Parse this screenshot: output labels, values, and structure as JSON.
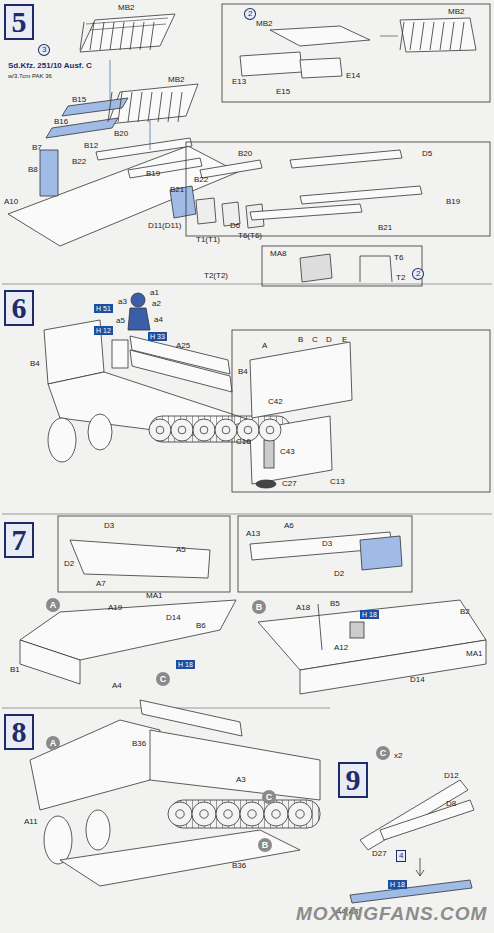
{
  "diagram": {
    "nodes": [
      {
        "text": [
          "5"
        ]
      },
      {
        "text": [
          "6"
        ]
      },
      {
        "text": [
          "7"
        ]
      },
      {
        "text": [
          "A"
        ]
      },
      {
        "text": [
          "B"
        ]
      },
      {
        "text": [
          "C"
        ]
      },
      {
        "text": [
          "8"
        ]
      },
      {
        "text": [
          "A"
        ]
      },
      {
        "text": [
          "C"
        ]
      },
      {
        "text": [
          "B"
        ]
      },
      {
        "text": [
          "9"
        ]
      },
      {
        "text": [
          "C"
        ]
      }
    ],
    "labels": [
      "Sd.Kfz. 251/10 Ausf. C",
      "w/3.7cm PAK 36",
      "3",
      "MB2",
      "B15",
      "B16",
      "B20",
      "B7",
      "B8",
      "B12",
      "B22",
      "MB2",
      "B19",
      "B21",
      "A10",
      "D11(D11)",
      "T1(T1)",
      "T6(T6)",
      "T2(T2)",
      "2",
      "MB2",
      "MB2",
      "E13",
      "E15",
      "E14",
      "B22",
      "B20",
      "D5",
      "D6",
      "B19",
      "B21",
      "MA8",
      "T6",
      "2",
      "T2",
      "a1",
      "a3",
      "a2",
      "a5",
      "a4",
      "H 51",
      "H 12",
      "H 33",
      "B4",
      "A25",
      "A",
      "B",
      "C",
      "D",
      "E",
      "B4",
      "C42",
      "C16",
      "C43",
      "C27",
      "C13",
      "D3",
      "A5",
      "D2",
      "A7",
      "A6",
      "A13",
      "D3",
      "D2",
      "A19",
      "MA1",
      "D14",
      "B6",
      "H 18",
      "B1",
      "A18",
      "B5",
      "H 18",
      "A12",
      "B2",
      "MA1",
      "D14",
      "A4",
      "B36",
      "A11",
      "A3",
      "B36",
      "x2",
      "D12",
      "D8",
      "D27",
      "4",
      "A4(A3)",
      "H 18",
      "MOXINGFANS.COM"
    ]
  }
}
